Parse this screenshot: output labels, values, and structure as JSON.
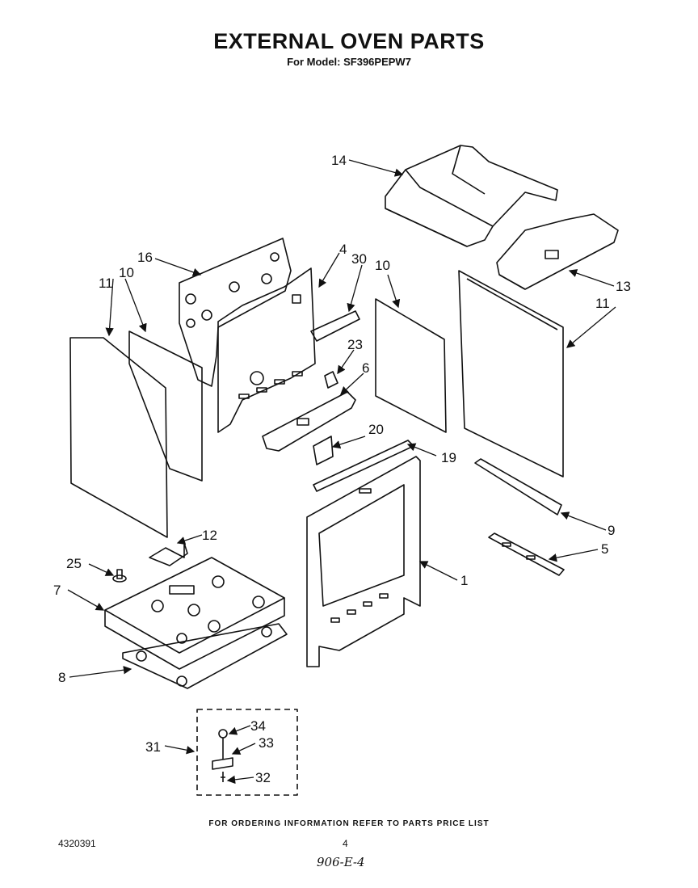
{
  "header": {
    "title": "EXTERNAL OVEN PARTS",
    "subtitle": "For Model: SF396PEPW7"
  },
  "callouts": {
    "c1": "1",
    "c4": "4",
    "c5": "5",
    "c6": "6",
    "c7": "7",
    "c8": "8",
    "c9": "9",
    "c10a": "10",
    "c10b": "10",
    "c11a": "11",
    "c11b": "11",
    "c12": "12",
    "c13": "13",
    "c14": "14",
    "c16": "16",
    "c19": "19",
    "c20": "20",
    "c23": "23",
    "c25": "25",
    "c30": "30",
    "c31": "31",
    "c32": "32",
    "c33": "33",
    "c34": "34"
  },
  "footer": {
    "note": "FOR ORDERING INFORMATION REFER TO PARTS PRICE LIST",
    "doc_number": "4320391",
    "page_number": "4",
    "handwritten": "906-E-4"
  }
}
